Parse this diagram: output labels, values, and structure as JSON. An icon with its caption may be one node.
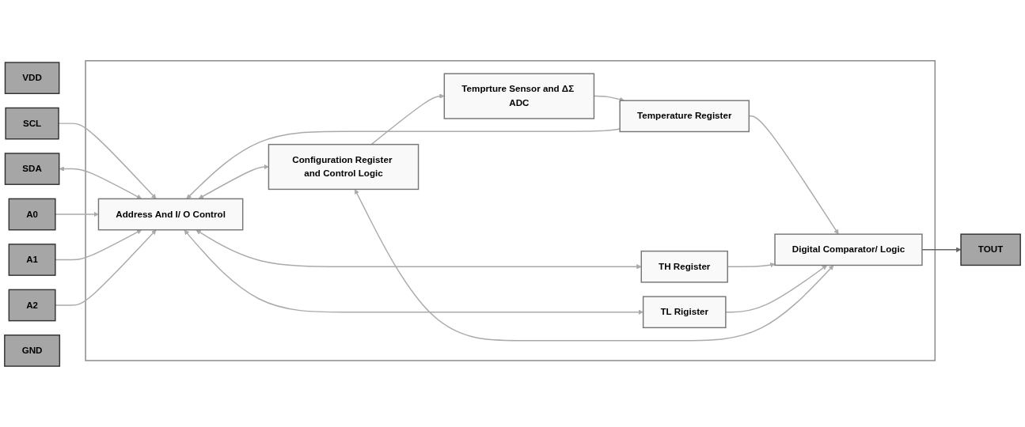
{
  "diagram": {
    "nodes": [
      {
        "text": [],
        "shape": "box"
      },
      {
        "text": [
          "VDD"
        ]
      },
      {
        "text": [
          "SCL"
        ]
      },
      {
        "text": [
          "SDA"
        ]
      },
      {
        "text": [
          "A0"
        ]
      },
      {
        "text": [
          "A1"
        ]
      },
      {
        "text": [
          "A2"
        ]
      },
      {
        "text": [
          "GND"
        ]
      },
      {
        "text": [
          "Address And I/ O Control"
        ],
        "in": 0
      },
      {
        "text": [
          "Configuration Register and Control Logic"
        ],
        "in": 0
      },
      {
        "text": [
          "Temprture Sensor and ΔΣ ADC"
        ],
        "in": 0
      },
      {
        "text": [
          "Temperature Register"
        ],
        "in": 0
      },
      {
        "text": [
          "TH Register"
        ],
        "in": 0
      },
      {
        "text": [
          "TL Rigister"
        ],
        "in": 0
      },
      {
        "text": [
          "Digital Comparator/ Logic"
        ],
        "in": 0
      },
      {
        "text": [
          "TOUT"
        ]
      }
    ],
    "edges": [
      {
        "from": 2,
        "to": 8,
        "arrow": "to"
      },
      {
        "from": 3,
        "to": 8,
        "arrow": "both"
      },
      {
        "from": 4,
        "to": 8,
        "arrow": "to"
      },
      {
        "from": 5,
        "to": 8,
        "arrow": "to"
      },
      {
        "from": 6,
        "to": 8,
        "arrow": "to"
      },
      {
        "from": 8,
        "to": 9,
        "arrow": "both"
      },
      {
        "from": 9,
        "to": 10,
        "arrow": "to"
      },
      {
        "from": 10,
        "to": 11,
        "arrow": "to"
      },
      {
        "from": 11,
        "to": 8,
        "arrow": "to"
      },
      {
        "from": 8,
        "to": 12,
        "arrow": "both"
      },
      {
        "from": 8,
        "to": 13,
        "arrow": "both"
      },
      {
        "from": 11,
        "to": 14,
        "arrow": "to"
      },
      {
        "from": 12,
        "to": 14,
        "arrow": "to"
      },
      {
        "from": 13,
        "to": 14,
        "arrow": "to"
      },
      {
        "from": 14,
        "to": 9,
        "arrow": "both"
      },
      {
        "from": 14,
        "to": 15,
        "arrow": "to",
        "color": "#666666"
      }
    ]
  }
}
